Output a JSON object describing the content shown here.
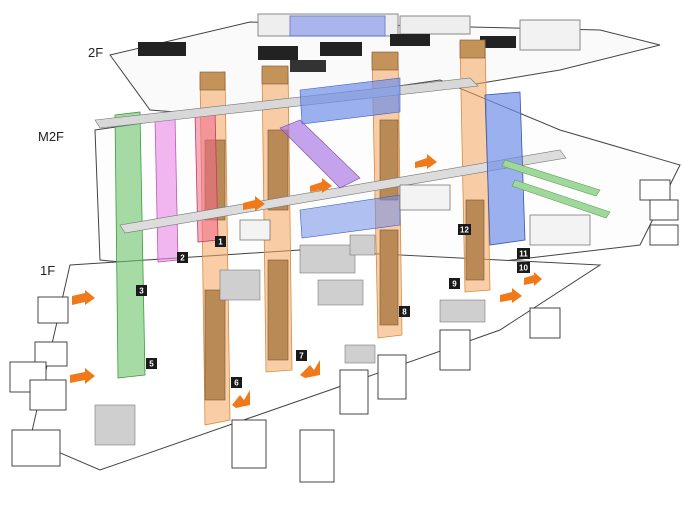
{
  "floors": [
    {
      "id": "2F",
      "label": "2F"
    },
    {
      "id": "M2F",
      "label": "M2F"
    },
    {
      "id": "1F",
      "label": "1F"
    }
  ],
  "markers": [
    {
      "id": "m1",
      "label": "1"
    },
    {
      "id": "m2",
      "label": "2"
    },
    {
      "id": "m3",
      "label": "3"
    },
    {
      "id": "m5",
      "label": "5"
    },
    {
      "id": "m6",
      "label": "6"
    },
    {
      "id": "m7",
      "label": "7"
    },
    {
      "id": "m8",
      "label": "8"
    },
    {
      "id": "m9",
      "label": "9"
    },
    {
      "id": "m10",
      "label": "10"
    },
    {
      "id": "m11",
      "label": "11"
    },
    {
      "id": "m12",
      "label": "12"
    }
  ],
  "colors": {
    "lift_orange": "#f4a55e",
    "lift_green": "#6cc36a",
    "lift_pink": "#e985e6",
    "lift_red": "#f06a8a",
    "conveyor_blue": "#6f8ee8",
    "conveyor_purple": "#a873e3",
    "arrow_orange": "#f07a1a",
    "floor_line": "#333333"
  }
}
